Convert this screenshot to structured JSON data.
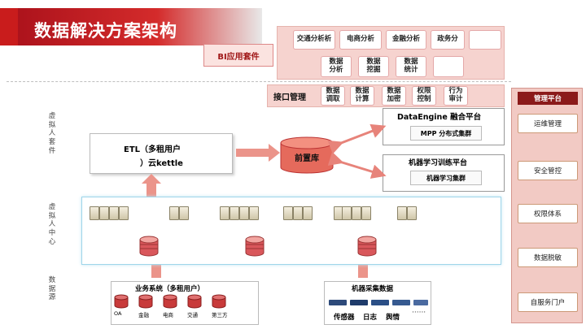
{
  "title": "数据解决方案架构",
  "bi": {
    "label": "BI应用套件",
    "row1": [
      "交通分析析",
      "电商分析",
      "金融分析",
      "政务分"
    ],
    "row2": [
      "数据\n分析",
      "数据\n挖掘",
      "数据\n统计"
    ]
  },
  "interface": {
    "label": "接口管理",
    "items": [
      "数据\n调取",
      "数据\n计算",
      "数据\n加密",
      "权限\n控制",
      "行为\n审计"
    ]
  },
  "management": {
    "title": "管理平台",
    "items": [
      "运维管理",
      "安全管控",
      "权限体系",
      "数据脱敏",
      "自服务门户"
    ]
  },
  "side_labels": {
    "virtual_suite": "虚拟人套件",
    "virtual_center": "虚拟人中心",
    "data_source": "数据源"
  },
  "etl": {
    "line1": "ETL（多租用户",
    "line2": "）云kettle"
  },
  "front_db": "前置库",
  "dataengine": {
    "title": "DataEngine 融合平台",
    "sub": "MPP 分布式集群"
  },
  "ml": {
    "title": "机器学习训练平台",
    "sub": "机器学习集群"
  },
  "business": {
    "title": "业务系统（多租用户）",
    "systems": [
      "OA",
      "金融",
      "电商",
      "交通",
      "第三方"
    ]
  },
  "machine": {
    "title": "机器采集数据",
    "labels": [
      "传感器",
      "日志",
      "舆情"
    ]
  },
  "colors": {
    "brand_red": "#c91c1c",
    "panel_pink": "#f6d8d2",
    "mgmt_dark": "#8b1a1a"
  }
}
